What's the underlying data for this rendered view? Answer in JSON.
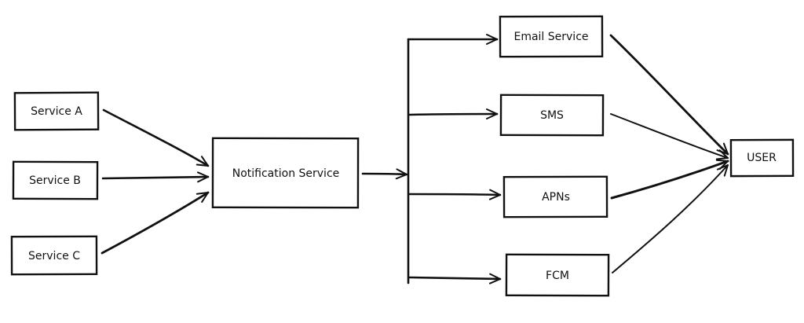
{
  "nodes": {
    "service_a": "Service A",
    "service_b": "Service B",
    "service_c": "Service C",
    "notification_service": "Notification Service",
    "email_service": "Email Service",
    "sms": "SMS",
    "apns": "APNs",
    "fcm": "FCM",
    "user": "USER"
  },
  "edges": [
    {
      "from": "Service A",
      "to": "Notification Service"
    },
    {
      "from": "Service B",
      "to": "Notification Service"
    },
    {
      "from": "Service C",
      "to": "Notification Service"
    },
    {
      "from": "Notification Service",
      "to": "Email Service"
    },
    {
      "from": "Notification Service",
      "to": "SMS"
    },
    {
      "from": "Notification Service",
      "to": "APNs"
    },
    {
      "from": "Notification Service",
      "to": "FCM"
    },
    {
      "from": "Email Service",
      "to": "USER"
    },
    {
      "from": "SMS",
      "to": "USER"
    },
    {
      "from": "APNs",
      "to": "USER"
    },
    {
      "from": "FCM",
      "to": "USER"
    }
  ],
  "colors": {
    "stroke": "#111111",
    "background": "#ffffff"
  }
}
